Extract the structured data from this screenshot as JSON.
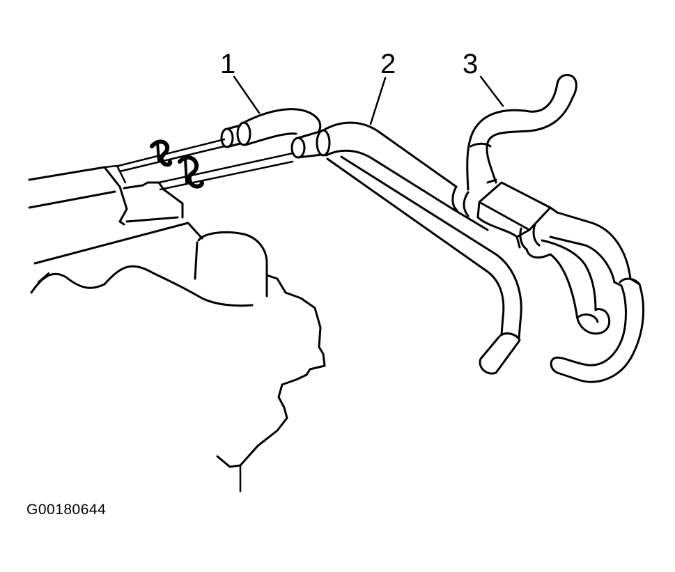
{
  "callouts": [
    {
      "label": "1"
    },
    {
      "label": "2"
    },
    {
      "label": "3"
    }
  ],
  "figure_id": "G00180644",
  "colors": {
    "line": "#000000",
    "background": "#ffffff"
  }
}
